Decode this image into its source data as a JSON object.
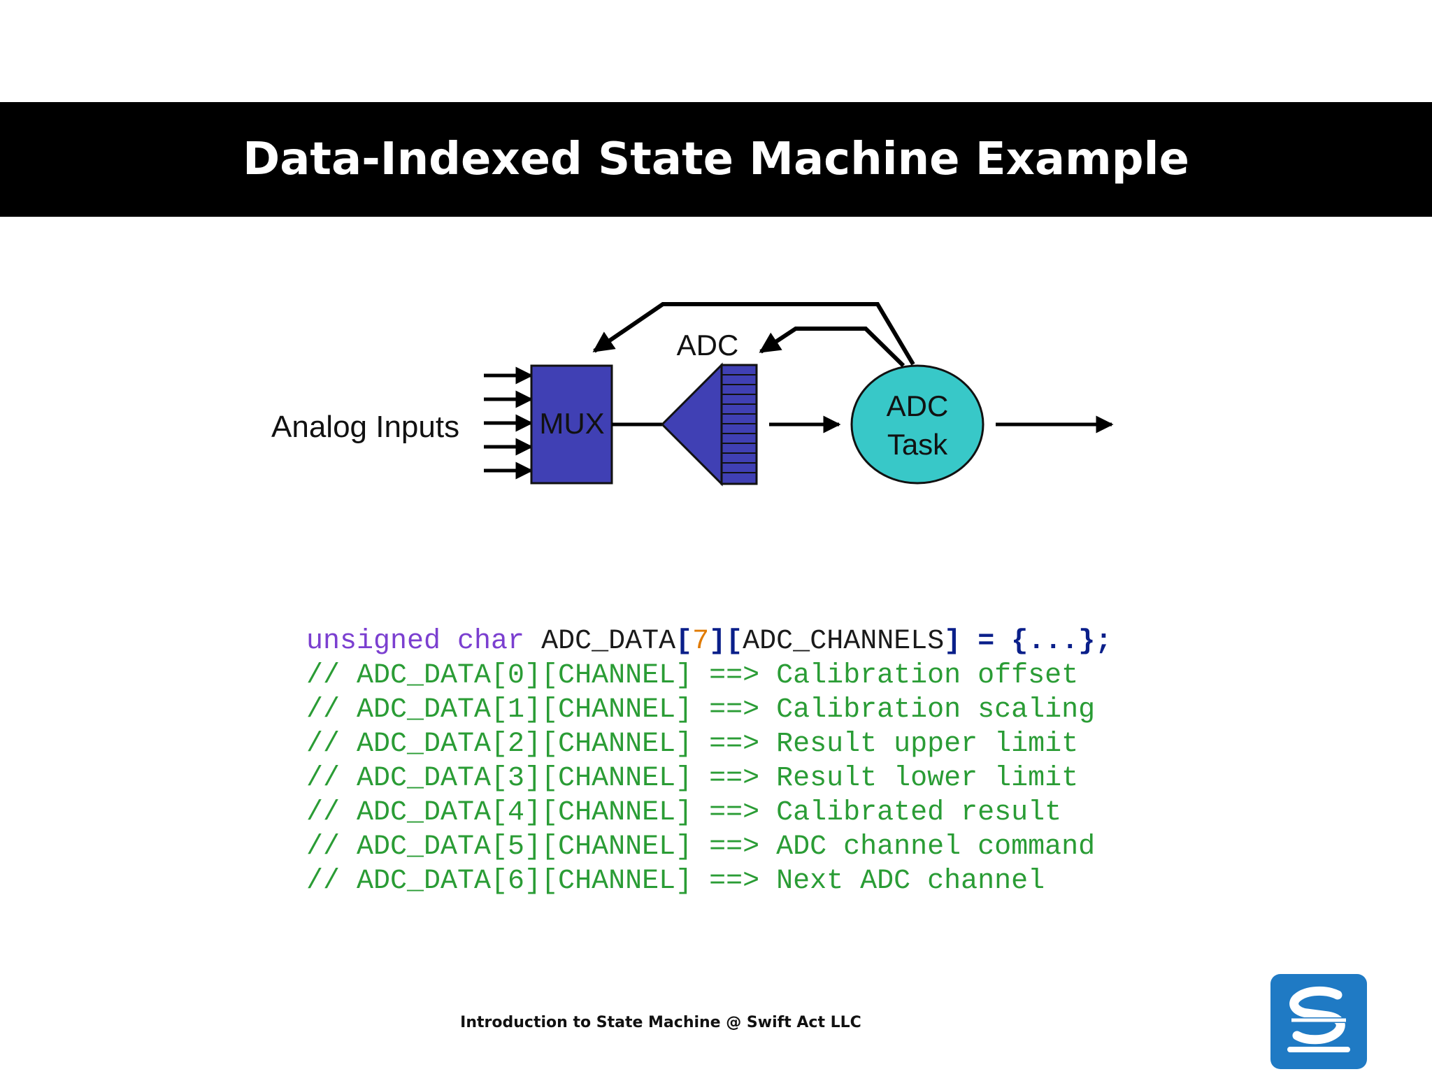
{
  "slide": {
    "title": "Data-Indexed State Machine Example",
    "footer": "Introduction to State Machine @ Swift Act LLC"
  },
  "diagram": {
    "analog_inputs_label": "Analog Inputs",
    "mux_label": "MUX",
    "adc_label": "ADC",
    "task_line1": "ADC",
    "task_line2": "Task"
  },
  "code": {
    "declaration": {
      "kw1": "unsigned",
      "kw2": "char",
      "ident": "ADC_DATA",
      "open1": "[",
      "size": "7",
      "close1": "]",
      "open2": "[",
      "dim": "ADC_CHANNELS",
      "close2": "]",
      "assign": "= {...};"
    },
    "comments": [
      "// ADC_DATA[0][CHANNEL] ==> Calibration offset",
      "// ADC_DATA[1][CHANNEL] ==> Calibration scaling",
      "// ADC_DATA[2][CHANNEL] ==> Result upper limit",
      "// ADC_DATA[3][CHANNEL] ==> Result lower limit",
      "// ADC_DATA[4][CHANNEL] ==> Calibrated result",
      "// ADC_DATA[5][CHANNEL] ==> ADC channel command",
      "// ADC_DATA[6][CHANNEL] ==> Next ADC channel"
    ]
  },
  "colors": {
    "mux_fill": "#4040b4",
    "task_fill": "#38c8c8",
    "comment": "#2a9c35",
    "keyword": "#7b3fd0",
    "logo_bg": "#1f7ac4"
  }
}
